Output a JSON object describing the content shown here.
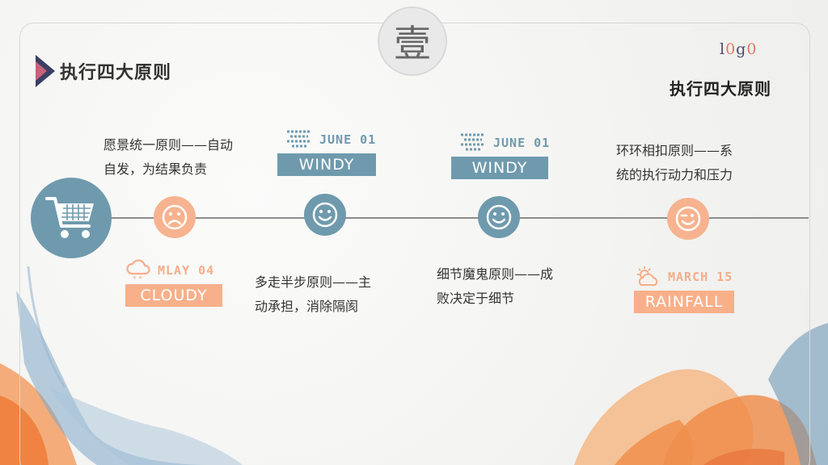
{
  "slide": {
    "chapter_char": "壹",
    "title": "执行四大原则",
    "logo": {
      "part1": "l",
      "part2": "0",
      "part3": "g",
      "part4": "0"
    },
    "subtitle": "执行四大原则"
  },
  "principles": [
    {
      "line1": "愿景统一原则——自动",
      "line2": "自发，为结果负责"
    },
    {
      "line1": "多走半步原则——主",
      "line2": "动承担，消除隔阂"
    },
    {
      "line1": "细节魔鬼原则——成",
      "line2": "败决定于细节"
    },
    {
      "line1": "环环相扣原则——系",
      "line2": "统的执行动力和压力"
    }
  ],
  "weather": [
    {
      "date": "MLAY 04",
      "label": "CLOUDY",
      "icon": "cloud-snow-icon",
      "color": "#f5ae8a"
    },
    {
      "date": "JUNE 01",
      "label": "WINDY",
      "icon": "wind-icon",
      "color": "#6f9aad"
    },
    {
      "date": "JUNE 01",
      "label": "WINDY",
      "icon": "wind-icon",
      "color": "#6f9aad"
    },
    {
      "date": "MARCH 15",
      "label": "RAINFALL",
      "icon": "sun-cloud-icon",
      "color": "#f5ae8a"
    }
  ],
  "nodes": [
    {
      "icon": "sad-face-icon",
      "color": "#f7b38f"
    },
    {
      "icon": "smile-face-icon",
      "color": "#6f9aad"
    },
    {
      "icon": "smile-face-icon",
      "color": "#6f9aad"
    },
    {
      "icon": "wink-face-icon",
      "color": "#f7b38f"
    }
  ],
  "main_icon": "shopping-cart-icon",
  "colors": {
    "accent_blue": "#6f9aad",
    "accent_orange": "#f7b38f"
  }
}
